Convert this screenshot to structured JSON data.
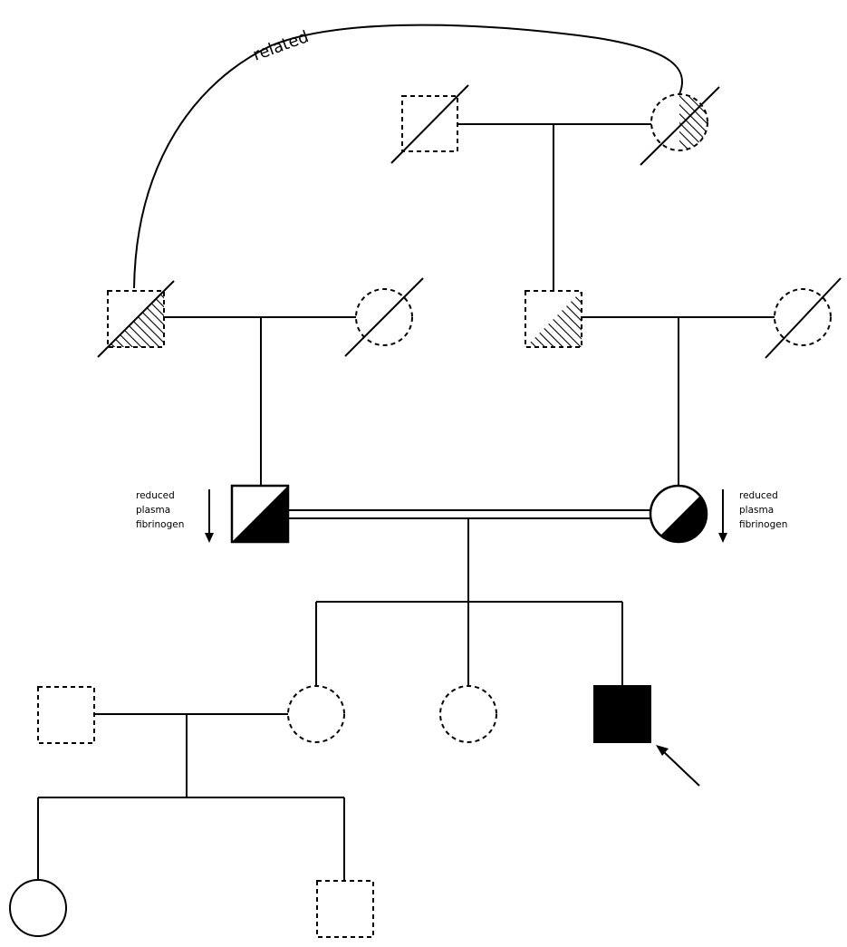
{
  "annotations": {
    "related": "related",
    "father_note": [
      "reduced",
      "plasma",
      "fibrinogen"
    ],
    "mother_note": [
      "reduced",
      "plasma",
      "fibrinogen"
    ]
  }
}
